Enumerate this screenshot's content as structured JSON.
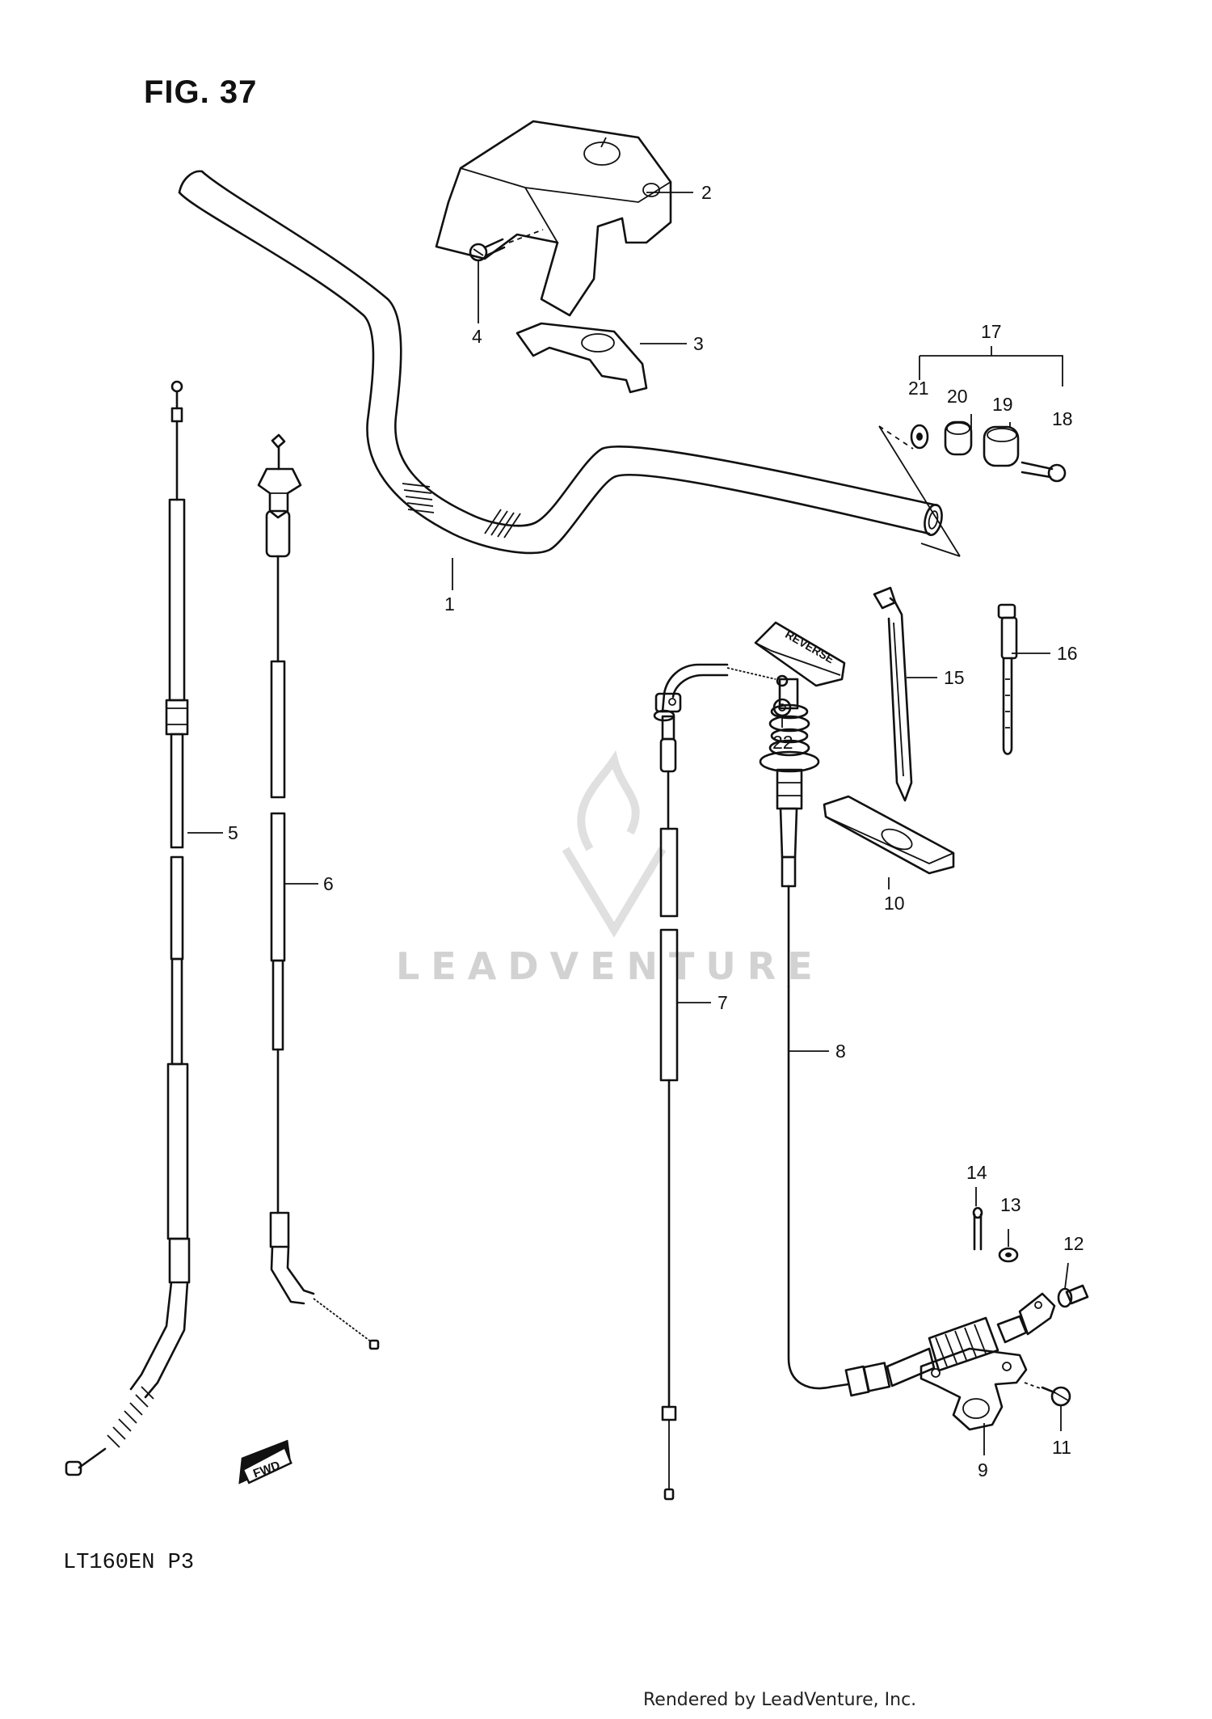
{
  "figure": {
    "title": "FIG. 37",
    "model": "LT160EN P3"
  },
  "footer": {
    "credit": "Rendered by LeadVenture, Inc."
  },
  "watermark": {
    "text": "LEADVENTURE"
  },
  "direction_indicator": {
    "label": "FWD"
  },
  "reverse_knob": {
    "label": "REVERSE"
  },
  "callouts": {
    "c1": "1",
    "c2": "2",
    "c3": "3",
    "c4": "4",
    "c5": "5",
    "c6": "6",
    "c7": "7",
    "c8": "8",
    "c9": "9",
    "c10": "10",
    "c11": "11",
    "c12": "12",
    "c13": "13",
    "c14": "14",
    "c15": "15",
    "c16": "16",
    "c17": "17",
    "c18": "18",
    "c19": "19",
    "c20": "20",
    "c21": "21",
    "c22": "22"
  }
}
